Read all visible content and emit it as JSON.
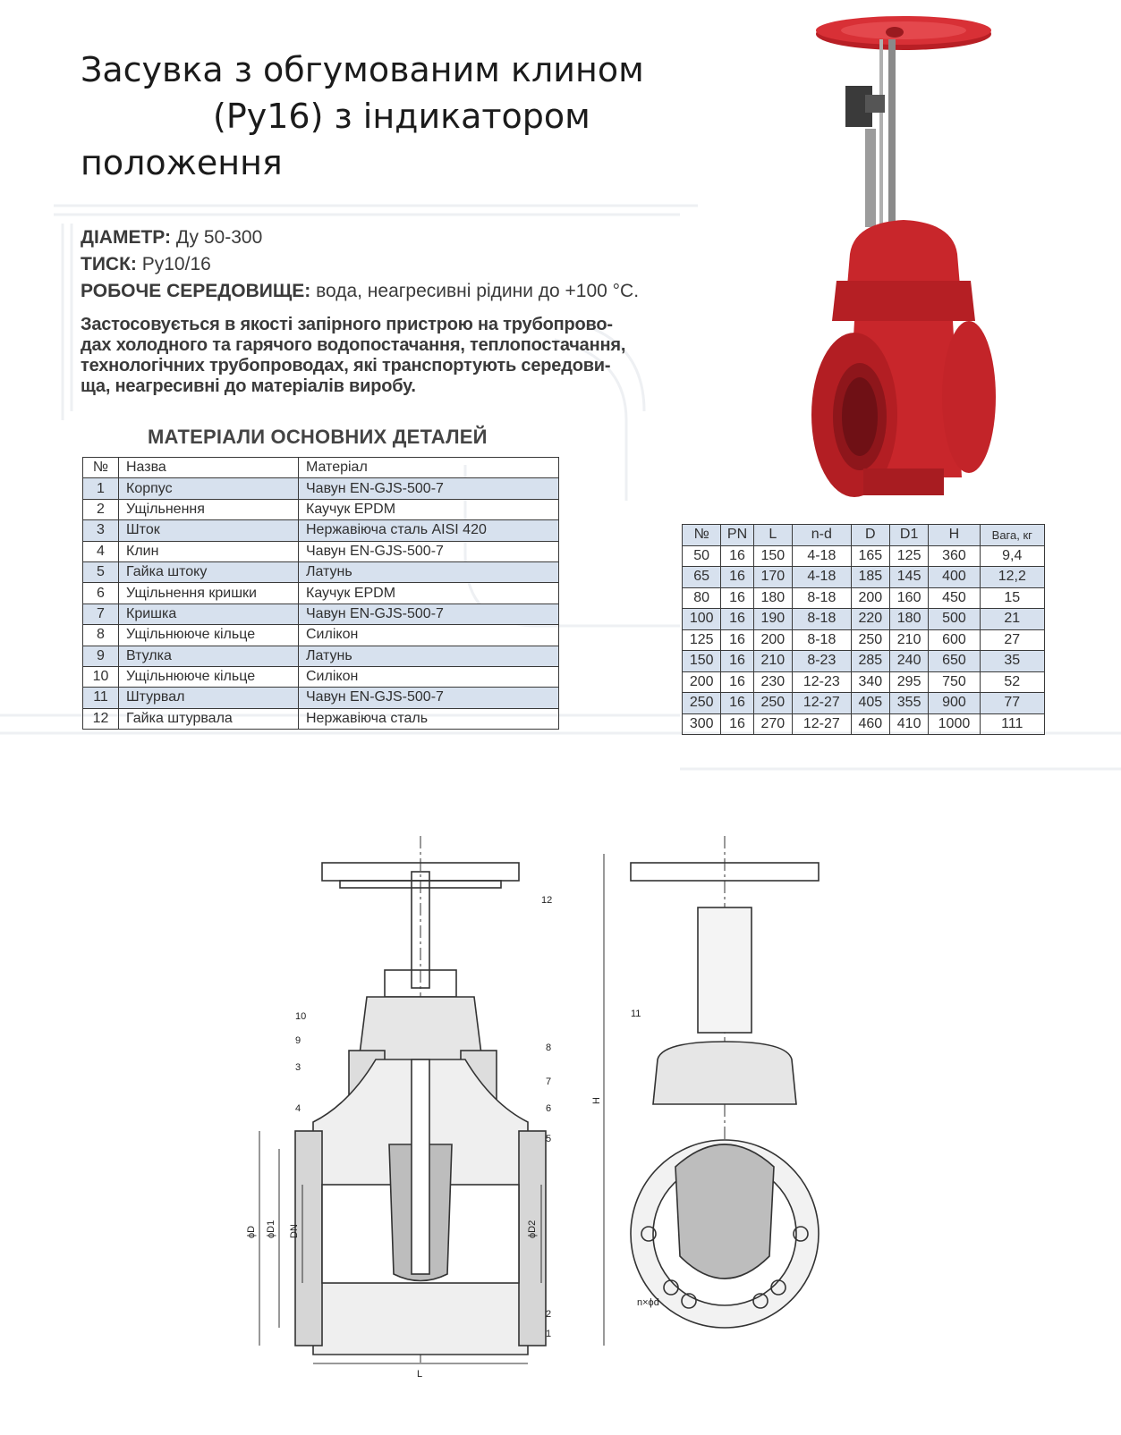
{
  "title": {
    "line1": "Засувка з обгумованим клином",
    "line2": "(Ру16) з індикатором",
    "line3": "положення"
  },
  "specs": {
    "diameter_label": "ДІАМЕТР:",
    "diameter_value": " Ду 50-300",
    "pressure_label": "ТИСК:",
    "pressure_value": " Ру10/16",
    "medium_label": "РОБОЧЕ СЕРЕДОВИЩЕ:",
    "medium_value": " вода, неагресивні рідини до +100 °С."
  },
  "description": {
    "line1": "Застосовується в якості запірного пристрою на трубопрово-",
    "line2": "дах холодного та гарячого водопостачання, теплопостачання,",
    "line3": "технологічних трубопроводах, які транспортують середови-",
    "line4": "ща, неагресивні до матеріалів виробу."
  },
  "materials": {
    "heading": "МАТЕРІАЛИ ОСНОВНИХ ДЕТАЛЕЙ",
    "headers": [
      "№",
      "Назва",
      "Матеріал"
    ],
    "rows": [
      [
        "1",
        "Корпус",
        "Чавун EN-GJS-500-7"
      ],
      [
        "2",
        "Ущільнення",
        "Каучук EPDM"
      ],
      [
        "3",
        "Шток",
        "Нержавіюча сталь AISI 420"
      ],
      [
        "4",
        "Клин",
        "Чавун EN-GJS-500-7"
      ],
      [
        "5",
        "Гайка штоку",
        "Латунь"
      ],
      [
        "6",
        "Ущільнення кришки",
        "Каучук EPDM"
      ],
      [
        "7",
        "Кришка",
        "Чавун EN-GJS-500-7"
      ],
      [
        "8",
        "Ущільнююче кільце",
        "Силікон"
      ],
      [
        "9",
        "Втулка",
        "Латунь"
      ],
      [
        "10",
        "Ущільнююче кільце",
        "Силікон"
      ],
      [
        "11",
        "Штурвал",
        "Чавун EN-GJS-500-7"
      ],
      [
        "12",
        "Гайка штурвала",
        "Нержавіюча сталь"
      ]
    ]
  },
  "dimensions": {
    "headers": [
      "№",
      "PN",
      "L",
      "n-d",
      "D",
      "D1",
      "H",
      "Вага, кг"
    ],
    "rows": [
      [
        "50",
        "16",
        "150",
        "4-18",
        "165",
        "125",
        "360",
        "9,4"
      ],
      [
        "65",
        "16",
        "170",
        "4-18",
        "185",
        "145",
        "400",
        "12,2"
      ],
      [
        "80",
        "16",
        "180",
        "8-18",
        "200",
        "160",
        "450",
        "15"
      ],
      [
        "100",
        "16",
        "190",
        "8-18",
        "220",
        "180",
        "500",
        "21"
      ],
      [
        "125",
        "16",
        "200",
        "8-18",
        "250",
        "210",
        "600",
        "27"
      ],
      [
        "150",
        "16",
        "210",
        "8-23",
        "285",
        "240",
        "650",
        "35"
      ],
      [
        "200",
        "16",
        "230",
        "12-23",
        "340",
        "295",
        "750",
        "52"
      ],
      [
        "250",
        "16",
        "250",
        "12-27",
        "405",
        "355",
        "900",
        "77"
      ],
      [
        "300",
        "16",
        "270",
        "12-27",
        "460",
        "410",
        "1000",
        "111"
      ]
    ]
  },
  "drawing": {
    "callouts": [
      "1",
      "2",
      "3",
      "4",
      "5",
      "6",
      "7",
      "8",
      "9",
      "10",
      "11",
      "12"
    ],
    "dim_labels": {
      "d": "ϕD",
      "d1": "ϕD1",
      "dn": "DN",
      "d2": "ϕD2",
      "h": "H",
      "l": "L",
      "nd": "n×ϕd"
    }
  },
  "colors": {
    "valve_red": "#c8262b",
    "table_stripe": "#d7e1ee",
    "line": "#3a3a3a"
  }
}
